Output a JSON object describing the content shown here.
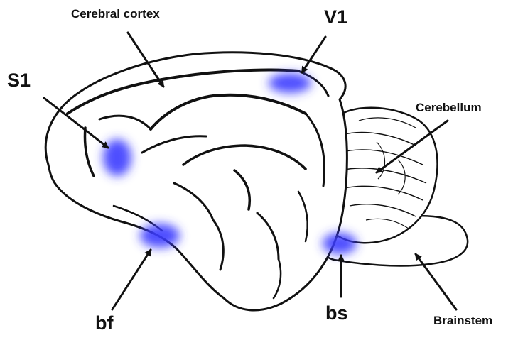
{
  "labels": {
    "cerebral_cortex": "Cerebral cortex",
    "v1": "V1",
    "s1": "S1",
    "cerebellum": "Cerebellum",
    "bf": "bf",
    "bs": "bs",
    "brainstem": "Brainstem"
  },
  "colors": {
    "highlight": "#3b3bff",
    "outline": "#111111",
    "background": "#ffffff"
  }
}
